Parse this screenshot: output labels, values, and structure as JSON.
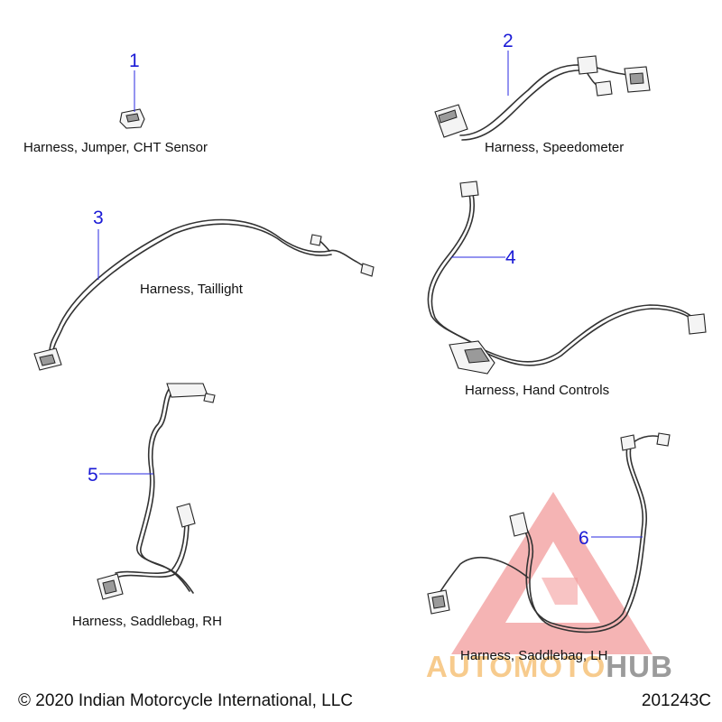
{
  "parts": [
    {
      "callout": "1",
      "caption": "Harness, Jumper, CHT Sensor"
    },
    {
      "callout": "2",
      "caption": "Harness, Speedometer"
    },
    {
      "callout": "3",
      "caption": "Harness, Taillight"
    },
    {
      "callout": "4",
      "caption": "Harness, Hand Controls"
    },
    {
      "callout": "5",
      "caption": "Harness, Saddlebag, RH"
    },
    {
      "callout": "6",
      "caption": "Harness, Saddlebag, LH"
    }
  ],
  "footer": {
    "copyright": "© 2020 Indian Motorcycle International, LLC",
    "diagram_id": "201243C"
  },
  "watermark": {
    "text_part1": "AUTOMOTO",
    "text_part2": "HUB",
    "colors": {
      "triangle": "#f08a8a",
      "text_part1": "#f6c27a",
      "text_part2": "#8a8a8a"
    }
  },
  "colors": {
    "callout": "#1a1ad6",
    "leader": "#2a2ae0",
    "line_art": "#222222"
  }
}
